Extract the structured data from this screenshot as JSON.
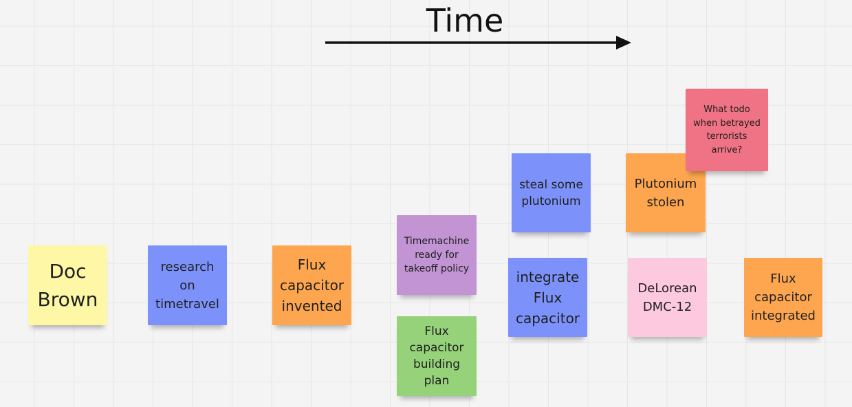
{
  "timeline": {
    "title": "Time"
  },
  "notes": {
    "doc_brown": "Doc\nBrown",
    "research": "research\non\ntimetravel",
    "flux_invented": "Flux\ncapacitor\ninvented",
    "timemachine_policy": "Timemachine\nready for\ntakeoff policy",
    "flux_building_plan": "Flux\ncapacitor\nbuilding\nplan",
    "steal_plutonium": "steal some\nplutonium",
    "integrate_flux": "integrate\nFlux\ncapacitor",
    "plutonium_stolen": "Plutonium\nstolen",
    "terrorists": "What todo\nwhen betrayed\nterrorists\narrive?",
    "delorean": "DeLorean\nDMC-12",
    "flux_integrated": "Flux\ncapacitor\nintegrated"
  },
  "colors": {
    "yellow": "#fdf7a6",
    "blue": "#7c92fa",
    "orange": "#fda64f",
    "purple": "#c294d3",
    "green": "#95d27a",
    "pink": "#fdc9df",
    "red": "#f07385"
  }
}
